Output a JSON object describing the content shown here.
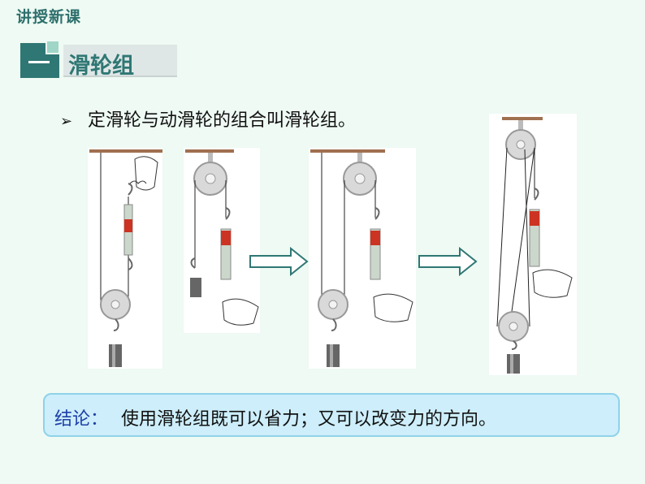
{
  "header": {
    "badge": "讲授新课"
  },
  "section": {
    "title": "滑轮组"
  },
  "statement": {
    "bullet_icon": "arrow-bullet-icon",
    "text": "定滑轮与动滑轮的组合叫滑轮组。"
  },
  "conclusion": {
    "label": "结论：",
    "text": "使用滑轮组既可以省力；又可以改变力的方向。"
  },
  "colors": {
    "accent": "#2f7774",
    "conclusion_bg": "#cdeefa",
    "conclusion_label": "#1f3fa8"
  }
}
